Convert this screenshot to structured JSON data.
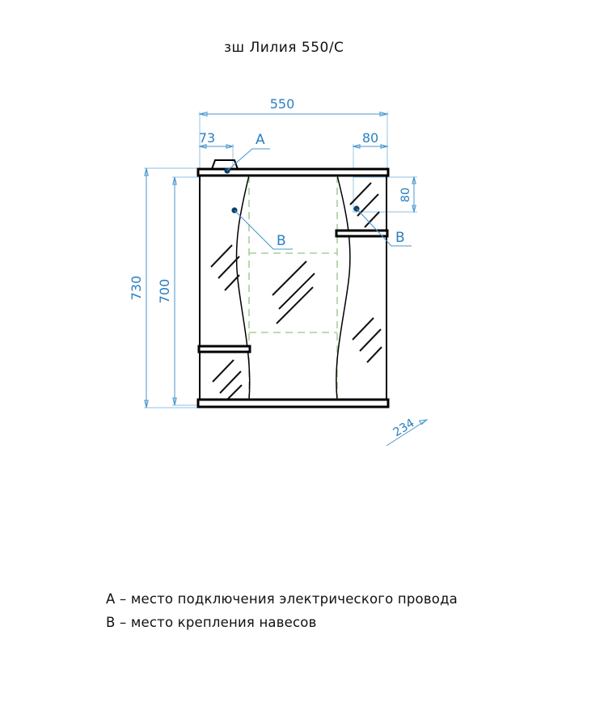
{
  "drawing": {
    "title": "зш Лилия 550/С",
    "dimensions": {
      "overall_width": "550",
      "left_segment": "73",
      "right_segment": "80",
      "overall_height": "730",
      "body_height": "700",
      "right_panel_height": "80",
      "depth": "234"
    },
    "markers": {
      "a_label": "А",
      "b_label_left": "B",
      "b_label_right": "B"
    },
    "legend": [
      "А – место подключения электрического провода",
      "В – место крепления навесов"
    ],
    "colors": {
      "dimension_blue": "#2a7fc1",
      "extension_blue": "#8fc0e4",
      "mirror_green": "#a9cf9c",
      "outline_black": "#000000"
    }
  }
}
